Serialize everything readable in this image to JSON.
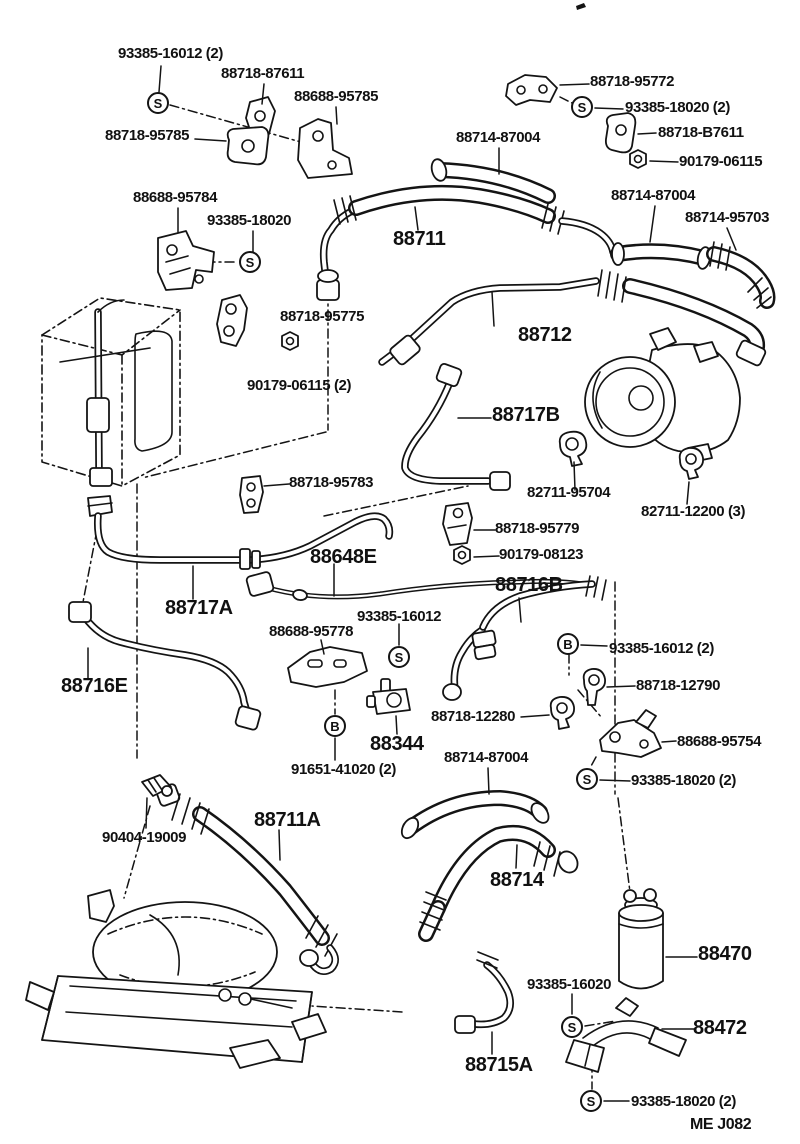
{
  "diagram": {
    "footer_code": "ME  J082",
    "symbol_s": "S",
    "symbol_b": "B",
    "ink_color": "#141414",
    "background_color": "#ffffff"
  },
  "labels": [
    {
      "text": "93385-16012 (2)"
    },
    {
      "text": "88718-87611"
    },
    {
      "text": "88688-95785"
    },
    {
      "text": "88718-95785"
    },
    {
      "text": "88714-87004"
    },
    {
      "text": "88718-95772"
    },
    {
      "text": "93385-18020 (2)"
    },
    {
      "text": "88718-B7611"
    },
    {
      "text": "90179-06115"
    },
    {
      "text": "88688-95784"
    },
    {
      "text": "93385-18020"
    },
    {
      "text": "88714-87004"
    },
    {
      "text": "88714-95703"
    },
    {
      "text": "88718-95775"
    },
    {
      "text": "90179-06115 (2)"
    },
    {
      "text": "88711"
    },
    {
      "text": "88712"
    },
    {
      "text": "88717B"
    },
    {
      "text": "88718-95783"
    },
    {
      "text": "82711-95704"
    },
    {
      "text": "82711-12200 (3)"
    },
    {
      "text": "88718-95779"
    },
    {
      "text": "90179-08123"
    },
    {
      "text": "88648E"
    },
    {
      "text": "88716B"
    },
    {
      "text": "88717A"
    },
    {
      "text": "93385-16012"
    },
    {
      "text": "88688-95778"
    },
    {
      "text": "88716E"
    },
    {
      "text": "93385-16012 (2)"
    },
    {
      "text": "88718-12790"
    },
    {
      "text": "88718-12280"
    },
    {
      "text": "88688-95754"
    },
    {
      "text": "93385-18020 (2)"
    },
    {
      "text": "88714-87004"
    },
    {
      "text": "91651-41020 (2)"
    },
    {
      "text": "88344"
    },
    {
      "text": "90404-19009"
    },
    {
      "text": "88711A"
    },
    {
      "text": "88714"
    },
    {
      "text": "88470"
    },
    {
      "text": "93385-16020"
    },
    {
      "text": "88472"
    },
    {
      "text": "88715A"
    },
    {
      "text": "93385-18020 (2)"
    },
    {
      "text": "ME  J082"
    }
  ]
}
